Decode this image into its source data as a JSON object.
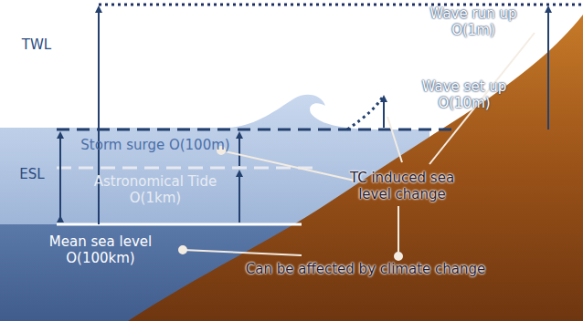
{
  "diagram": {
    "labels": [
      "TWL",
      "ESL",
      "Wave run up O(1m)",
      "Wave set up O(10m)",
      "Storm surge O(100m)",
      "Astronomical Tide O(1km)",
      "Mean sea level O(100km)",
      "TC induced sea level change",
      "Can be affected by climate change"
    ]
  }
}
